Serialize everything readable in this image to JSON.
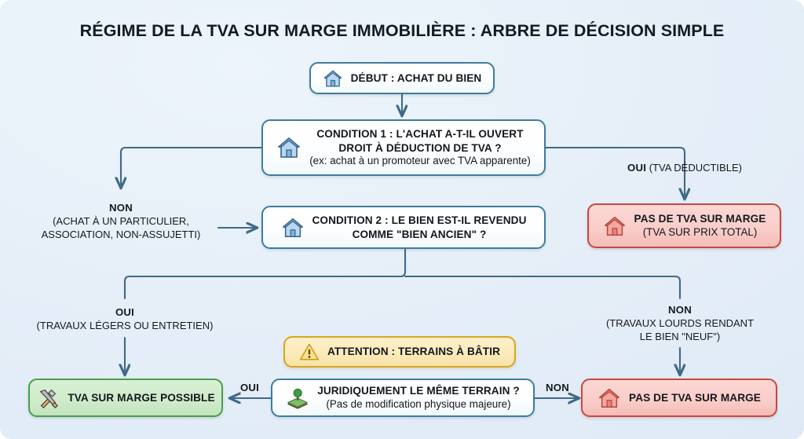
{
  "page": {
    "title": "RÉGIME DE LA TVA SUR MARGE IMMOBILIÈRE : ARBRE DE DÉCISION SIMPLE",
    "background_color": "#e6eff8"
  },
  "colors": {
    "blue_border": "#3d7e9c",
    "red_border": "#c34a42",
    "red_fill": "#f9cdc9",
    "green_border": "#4b9d4f",
    "green_fill": "#cfebcb",
    "yellow_border": "#d9a520",
    "yellow_fill": "#fbeaba",
    "connector": "#3f6a85",
    "text": "#13181d"
  },
  "nodes": {
    "start": {
      "icon": "house-icon",
      "line1": "DÉBUT : ACHAT DU BIEN",
      "line2": "",
      "style": "blue"
    },
    "condition1": {
      "icon": "house-icon",
      "line1": "CONDITION 1 : L'ACHAT A-T-IL OUVERT",
      "line1b": "DROIT À DÉDUCTION DE TVA ?",
      "line2": "(ex: achat à un promoteur avec TVA apparente)",
      "style": "blue"
    },
    "condition2": {
      "icon": "house-icon",
      "line1": "CONDITION 2 : LE BIEN EST-IL REVENDU",
      "line1b": "COMME \"BIEN ANCIEN\" ?",
      "line2": "",
      "style": "blue"
    },
    "no_tva_right": {
      "icon": "house-red-icon",
      "line1": "PAS DE TVA SUR MARGE",
      "line2": "(TVA SUR PRIX TOTAL)",
      "style": "red"
    },
    "warning": {
      "icon": "warning-triangle-icon",
      "line1": "ATTENTION : TERRAINS À BÂTIR",
      "line2": "",
      "style": "yellow"
    },
    "tva_possible": {
      "icon": "tools-icon",
      "line1": "TVA SUR MARGE POSSIBLE",
      "line2": "",
      "style": "green"
    },
    "same_land": {
      "icon": "tree-land-icon",
      "line1": "JURIDIQUEMENT LE MÊME TERRAIN ?",
      "line2": "(Pas de modification physique majeure)",
      "style": "blue"
    },
    "no_tva_bottom": {
      "icon": "house-red-icon",
      "line1": "PAS DE TVA SUR MARGE",
      "line2": "",
      "style": "red"
    }
  },
  "edges": {
    "c1_no": {
      "answer": "NON",
      "detail_line1": "(ACHAT À UN PARTICULIER,",
      "detail_line2": "ASSOCIATION, NON-ASSUJETTI)"
    },
    "c1_yes": {
      "answer": "OUI",
      "detail": "(TVA DÉDUCTIBLE)"
    },
    "c2_yes": {
      "answer": "OUI",
      "detail_line1": "(TRAVAUX LÉGERS OU ENTRETIEN)"
    },
    "c2_no": {
      "answer": "NON",
      "detail_line1": "(TRAVAUX LOURDS RENDANT",
      "detail_line2": "LE BIEN \"NEUF\")"
    },
    "land_yes": {
      "answer": "OUI"
    },
    "land_no": {
      "answer": "NON"
    }
  }
}
